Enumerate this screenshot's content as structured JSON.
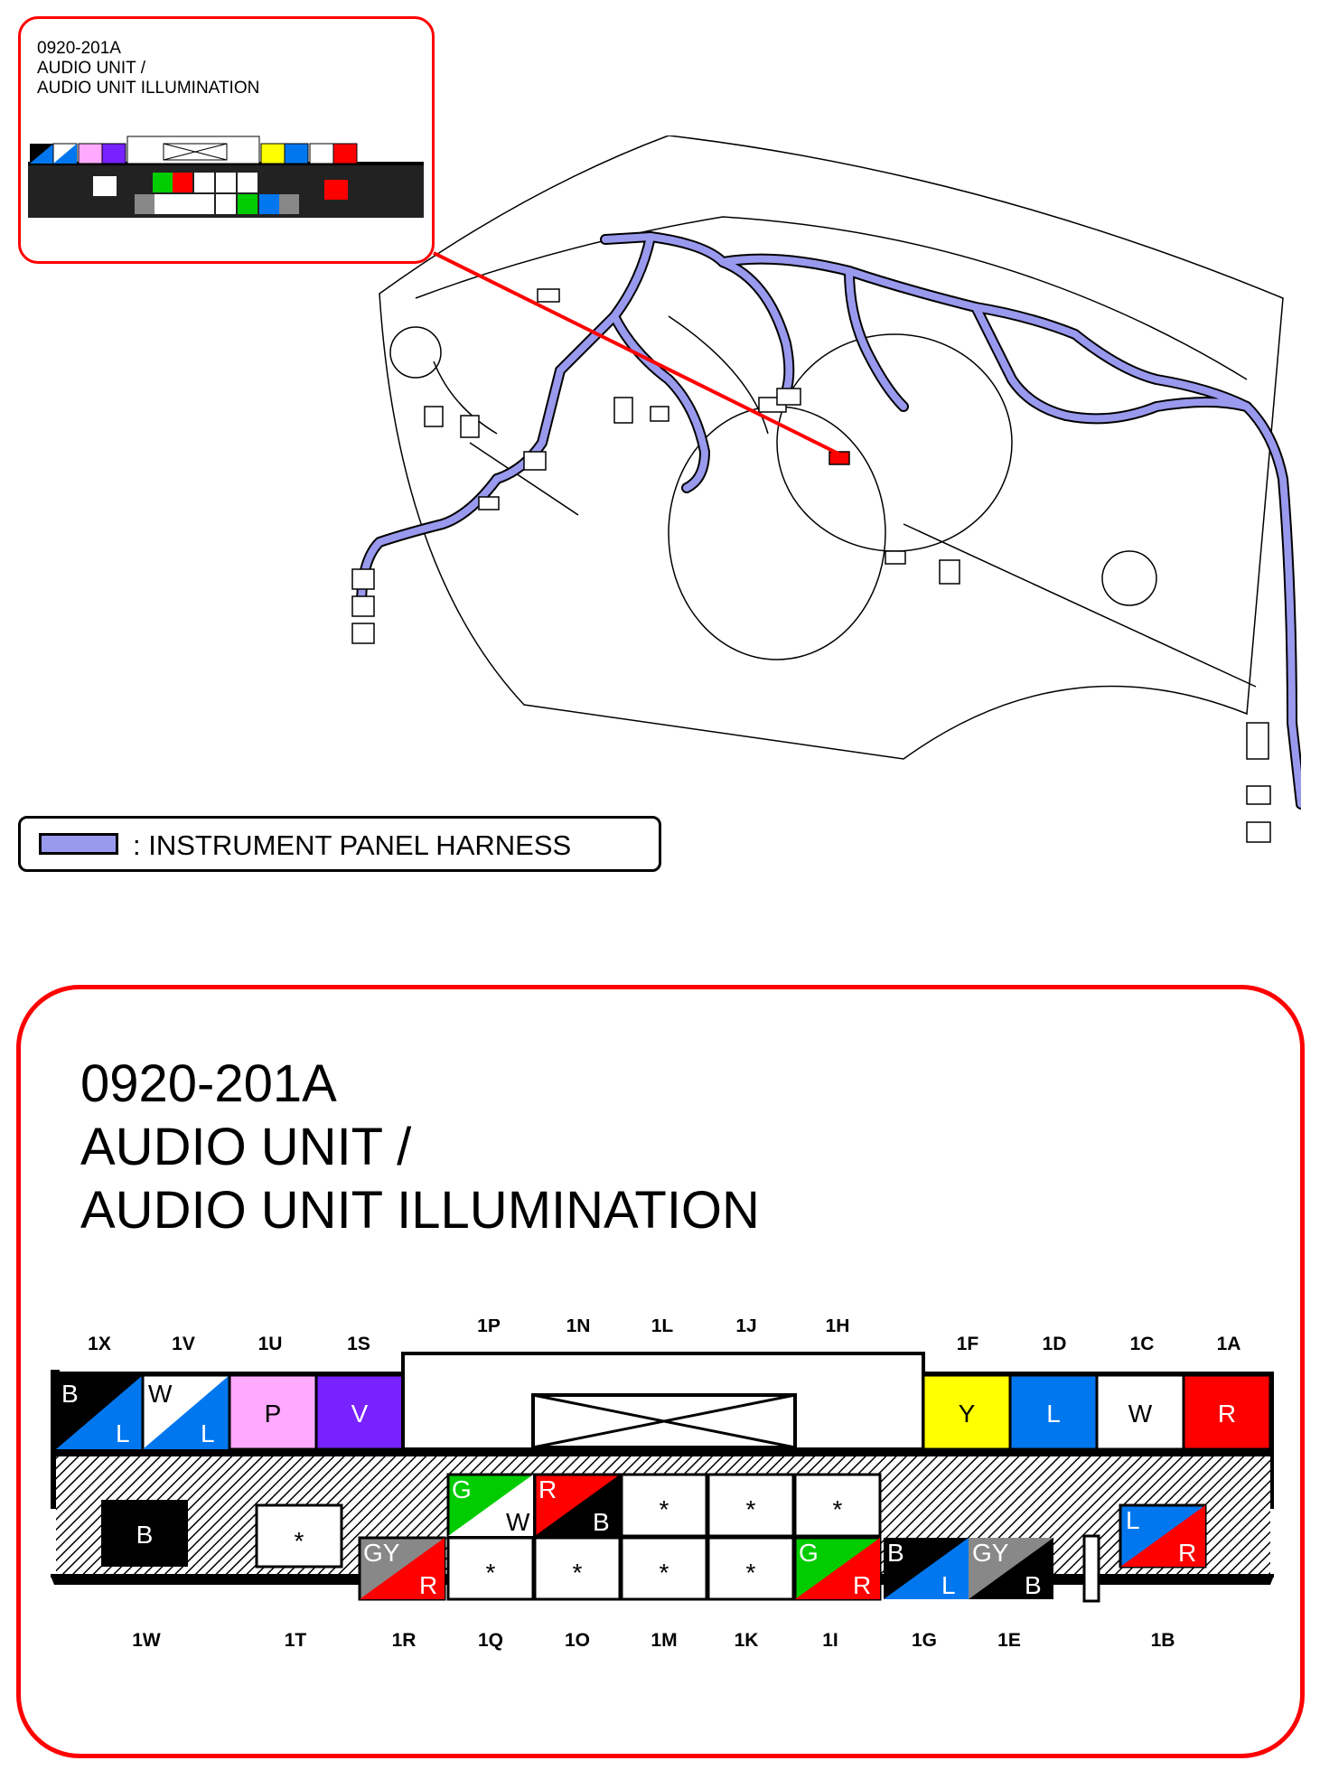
{
  "connector": {
    "code": "0920-201A",
    "name_line1": "AUDIO UNIT /",
    "name_line2": "AUDIO UNIT ILLUMINATION"
  },
  "legend": {
    "label": ": INSTRUMENT PANEL HARNESS",
    "color": "#9999ee"
  },
  "top_pins": [
    {
      "pin": "1X",
      "top": "B",
      "bottom": "L",
      "top_color": "#000000",
      "bottom_color": "#0077ee"
    },
    {
      "pin": "1V",
      "top": "W",
      "bottom": "L",
      "top_color": "#ffffff",
      "bottom_color": "#0077ee"
    },
    {
      "pin": "1U",
      "label": "P",
      "color": "#ffaaff"
    },
    {
      "pin": "1S",
      "label": "V",
      "color": "#7722ff"
    },
    {
      "pin": "1F",
      "label": "Y",
      "color": "#ffff00"
    },
    {
      "pin": "1D",
      "label": "L",
      "color": "#0077ee"
    },
    {
      "pin": "1C",
      "label": "W",
      "color": "#ffffff"
    },
    {
      "pin": "1A",
      "label": "R",
      "color": "#ff0000"
    }
  ],
  "empty_pins": [
    "1P",
    "1N",
    "1L",
    "1J",
    "1H"
  ],
  "bottom_pin_labels": [
    "1W",
    "1T",
    "1R",
    "1Q",
    "1O",
    "1M",
    "1K",
    "1I",
    "1G",
    "1E",
    "1B"
  ],
  "lower_cells": {
    "1W": "B",
    "1T": "*",
    "1R": {
      "top": "GY",
      "bottom": "R"
    },
    "1Q_upper": {
      "top": "G",
      "bottom": "W"
    },
    "1O_upper": {
      "top": "R",
      "bottom": "B"
    },
    "star": "*",
    "1I": {
      "top": "G",
      "bottom": "R"
    },
    "1G": {
      "top": "B",
      "bottom": "L"
    },
    "1E": {
      "top": "GY",
      "bottom": "B"
    },
    "1B": {
      "top": "L",
      "bottom": "R"
    }
  }
}
